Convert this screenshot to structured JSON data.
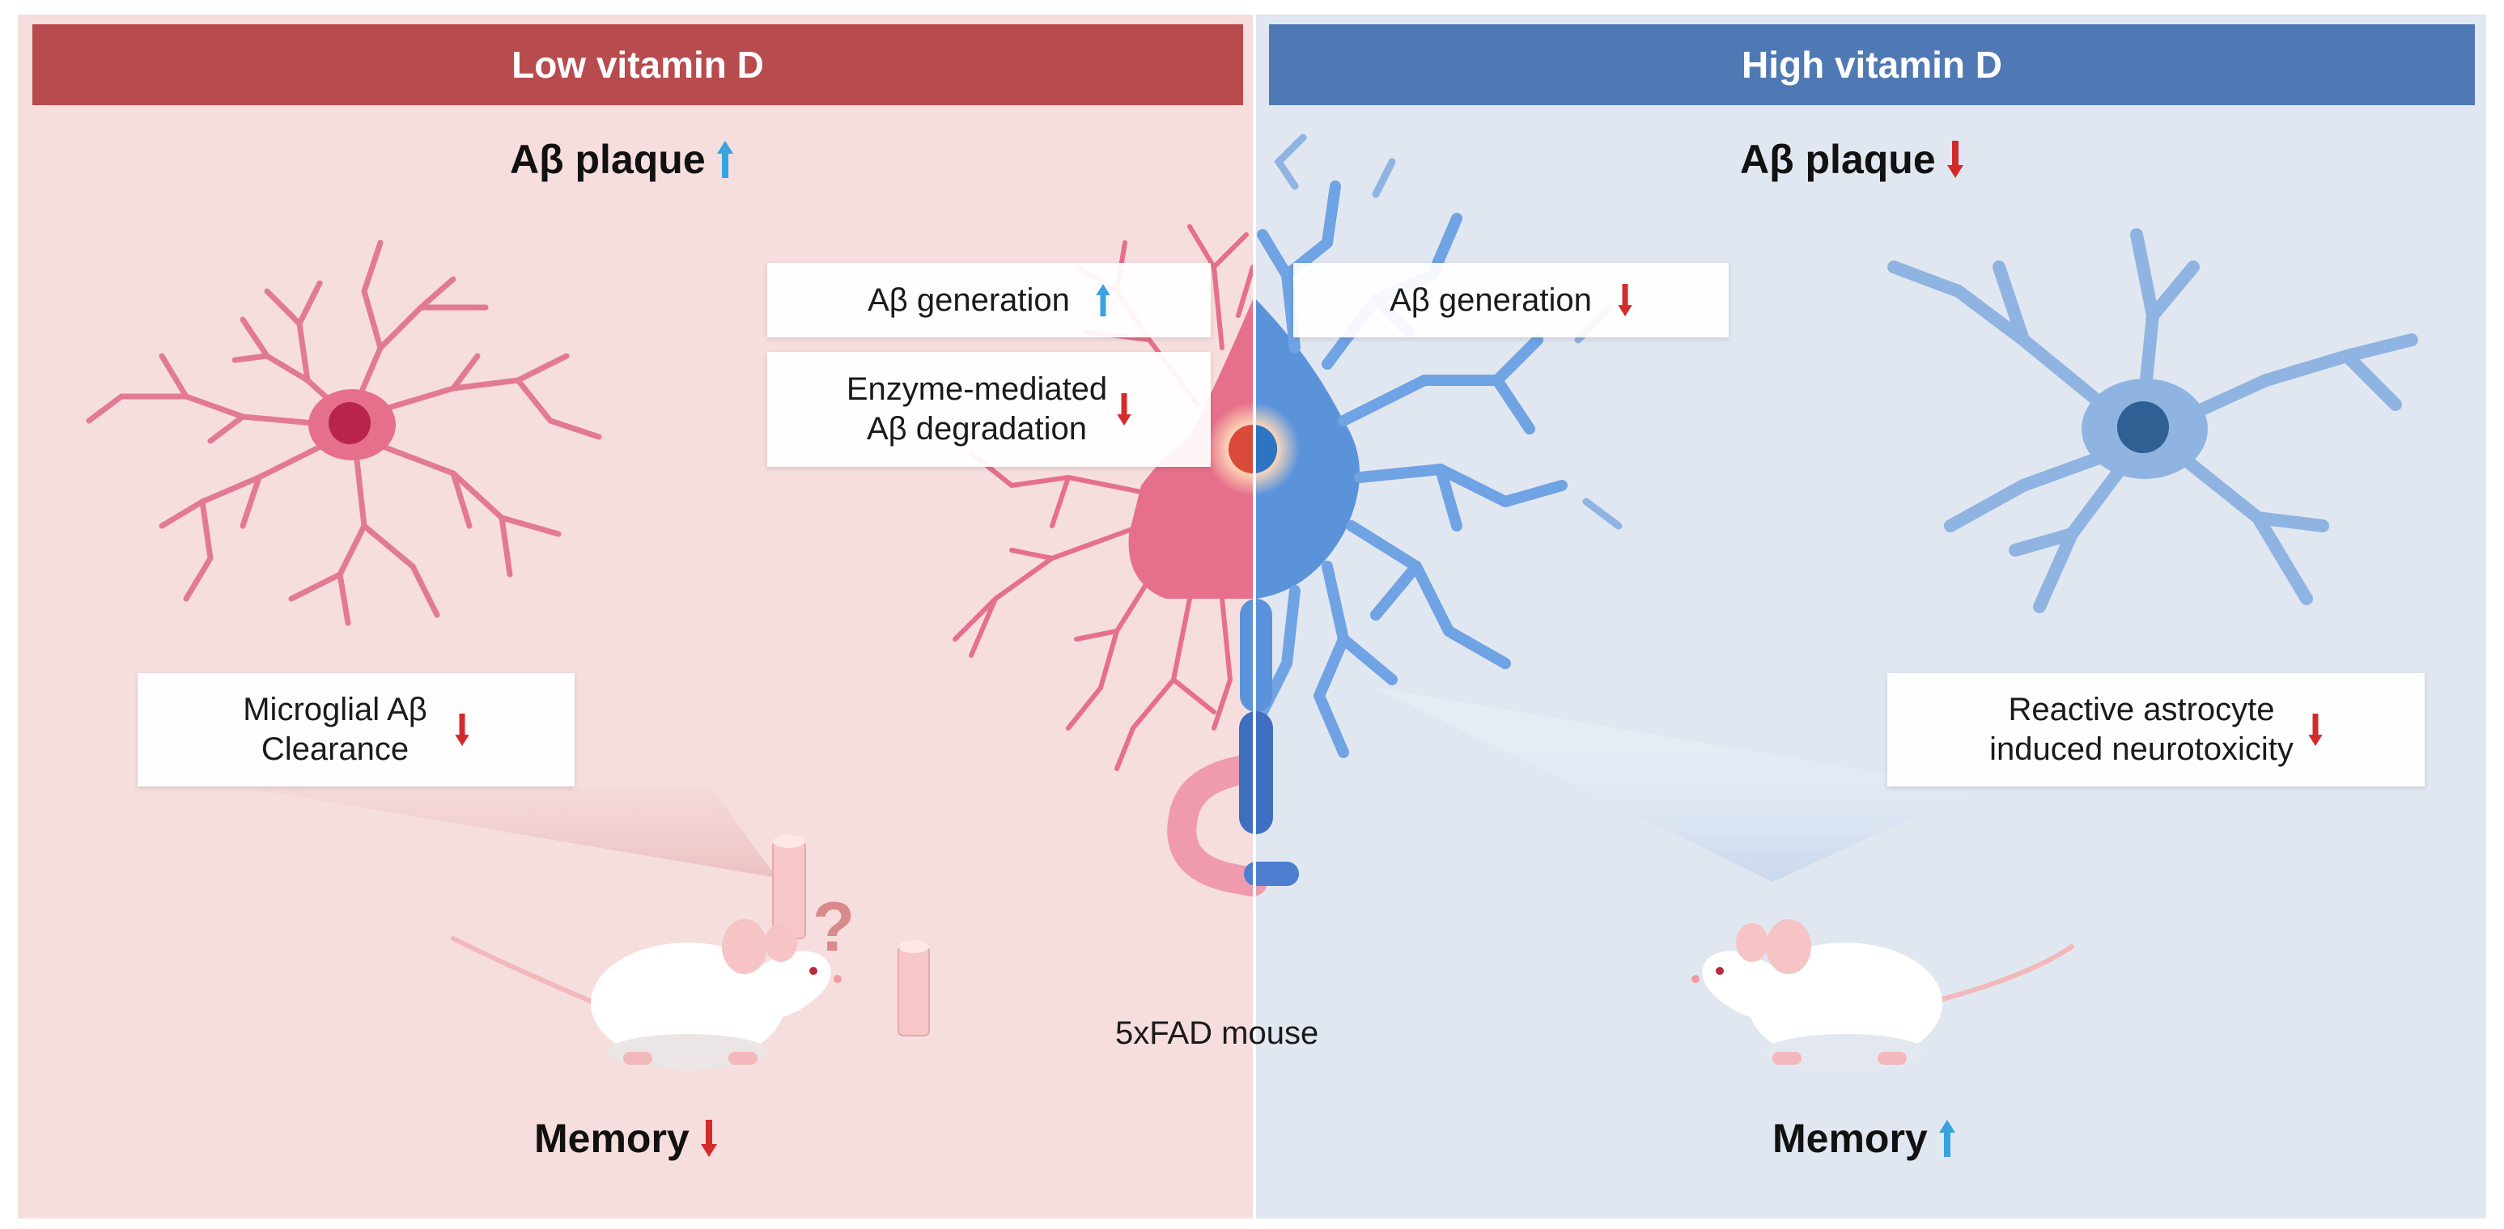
{
  "colors": {
    "low_bg": "#f6dede",
    "high_bg": "#e1e7f1",
    "low_header": "#b84b4e",
    "high_header": "#4f79b4",
    "microglia": "#e27a92",
    "astrocyte": "#8fb4e2",
    "neuron_pink": "#e6708b",
    "neuron_blue": "#5b93db",
    "arrow_up": "#38a3df",
    "arrow_down": "#d22b2b"
  },
  "low": {
    "header": "Low vitamin D",
    "plaque": {
      "label": "Aβ plaque",
      "direction": "up"
    },
    "generation": {
      "label": "Aβ generation",
      "direction": "up"
    },
    "degradation": {
      "line1": "Enzyme-mediated",
      "line2": "Aβ degradation",
      "direction": "down"
    },
    "clearance": {
      "line1": "Microglial Aβ",
      "line2": "Clearance",
      "direction": "down"
    },
    "memory": {
      "label": "Memory",
      "direction": "down"
    },
    "question_mark": "?"
  },
  "high": {
    "header": "High vitamin D",
    "plaque": {
      "label": "Aβ plaque",
      "direction": "down"
    },
    "generation": {
      "label": "Aβ generation",
      "direction": "down"
    },
    "neurotoxicity": {
      "line1": "Reactive astrocyte",
      "line2": "induced neurotoxicity",
      "direction": "down"
    },
    "memory": {
      "label": "Memory",
      "direction": "up"
    }
  },
  "center": {
    "caption": "5xFAD mouse"
  },
  "icons": [
    "microglia-icon",
    "astrocyte-icon",
    "neuron-icon",
    "mouse-icon",
    "vitamin-capsule-icon",
    "up-arrow-icon",
    "down-arrow-icon"
  ]
}
